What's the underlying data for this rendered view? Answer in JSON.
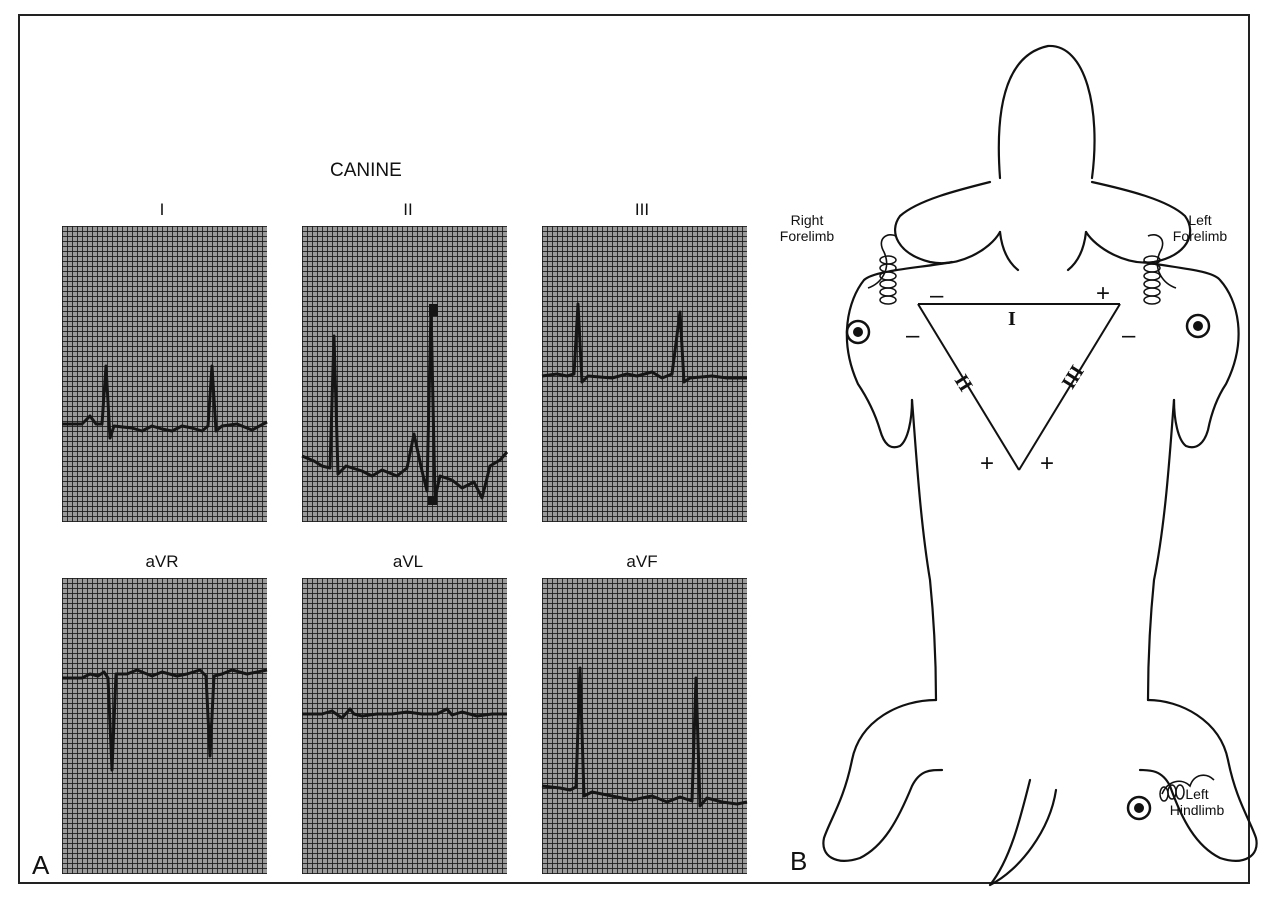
{
  "panel_a": {
    "title": "CANINE",
    "letter": "A",
    "leads": [
      {
        "label": "I"
      },
      {
        "label": "II"
      },
      {
        "label": "III"
      },
      {
        "label": "aVR"
      },
      {
        "label": "aVL"
      },
      {
        "label": "aVF"
      }
    ]
  },
  "panel_b": {
    "letter": "B",
    "electrodes": {
      "right_forelimb": "Right\nForelimb",
      "left_forelimb": "Left\nForelimb",
      "left_hindlimb": "Left\nHindlimb"
    },
    "triangle_leads": {
      "lead_1": "I",
      "lead_2": "II",
      "lead_3": "III"
    },
    "signs": {
      "minus": "–",
      "plus": "+"
    }
  },
  "colors": {
    "grid_paper": "#9a9a9a",
    "ink": "#111111",
    "frame": "#222222"
  }
}
